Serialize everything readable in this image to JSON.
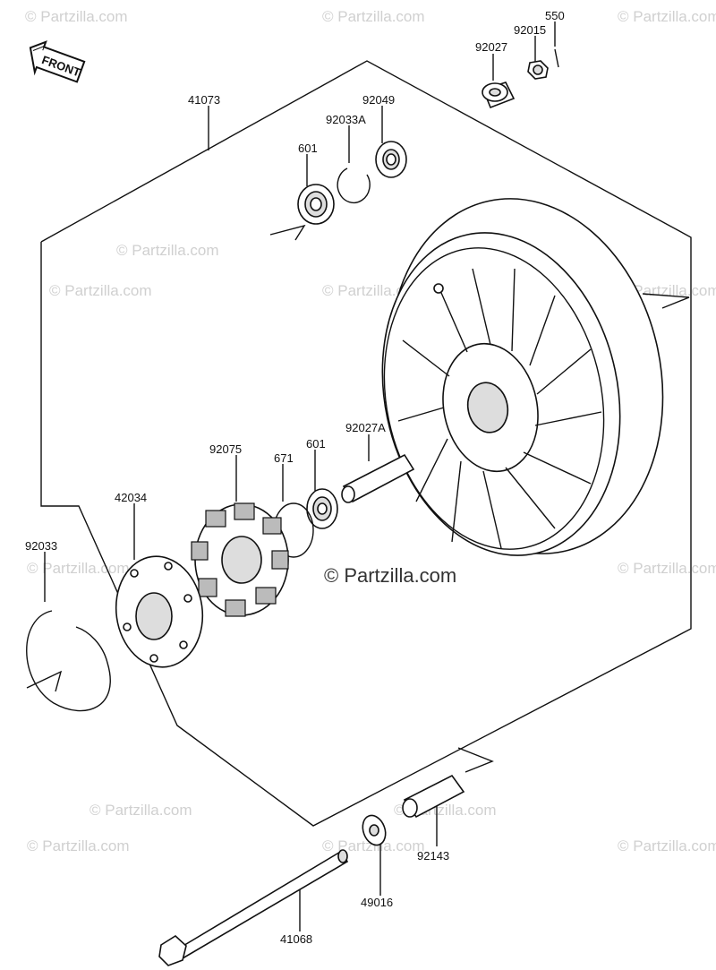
{
  "front_label": "FRONT",
  "watermark": "© Partzilla.com",
  "watermark_center": "© Partzilla.com",
  "labels": {
    "p550": "550",
    "p92015": "92015",
    "p92027": "92027",
    "p41073": "41073",
    "p92049": "92049",
    "p92033A": "92033A",
    "p601_top": "601",
    "p92027A": "92027A",
    "p92075": "92075",
    "p671": "671",
    "p601_mid": "601",
    "p42034": "42034",
    "p92033": "92033",
    "p92143": "92143",
    "p49016": "49016",
    "p41068": "41068"
  }
}
